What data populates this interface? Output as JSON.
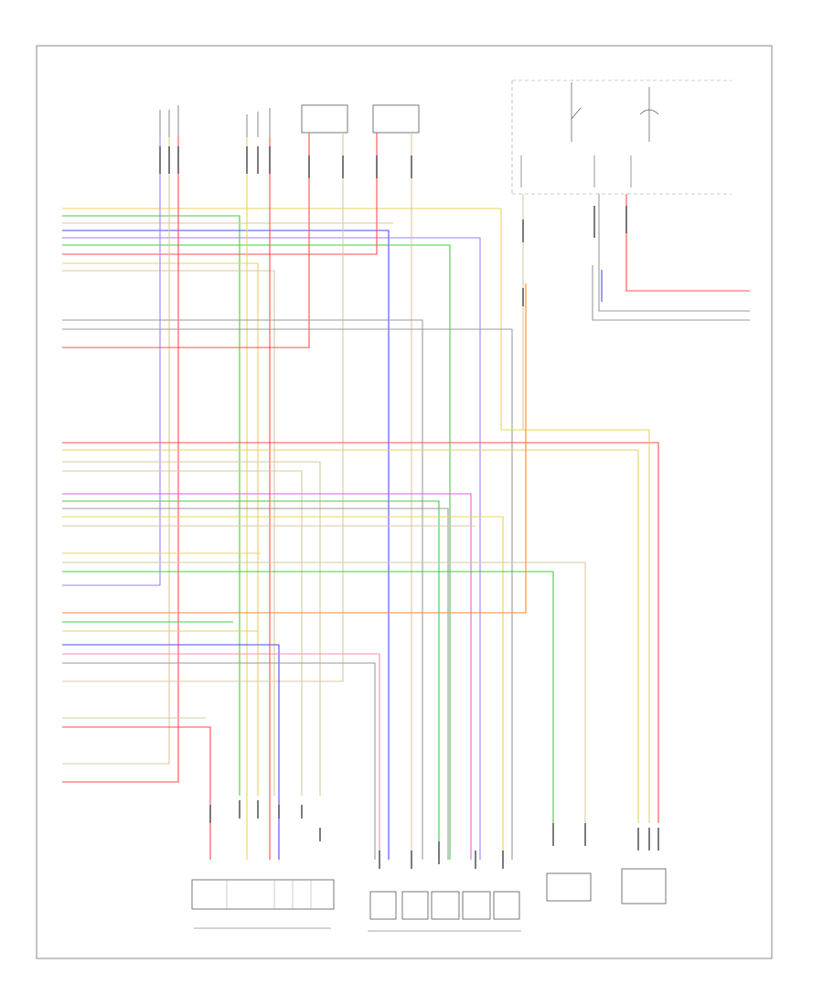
{
  "diagram": {
    "type": "wiring-diagram",
    "footer_code": "",
    "components_bottom": [
      {
        "id": "obd",
        "label": ""
      },
      {
        "id": "ecm",
        "label": ""
      },
      {
        "id": "relay-a",
        "label": ""
      },
      {
        "id": "relay-b",
        "label": ""
      }
    ],
    "wire_colors": {
      "red": "#ff4d4d",
      "yellow": "#e8d35a",
      "tan": "#d8c9a0",
      "green": "#3fcf3f",
      "blue": "#4a4aff",
      "gray": "#9a9a9a",
      "magenta": "#e65ce6",
      "orange": "#ff8a2a",
      "violet": "#a07cff",
      "black": "#555555",
      "pink": "#ff8fb0"
    }
  }
}
